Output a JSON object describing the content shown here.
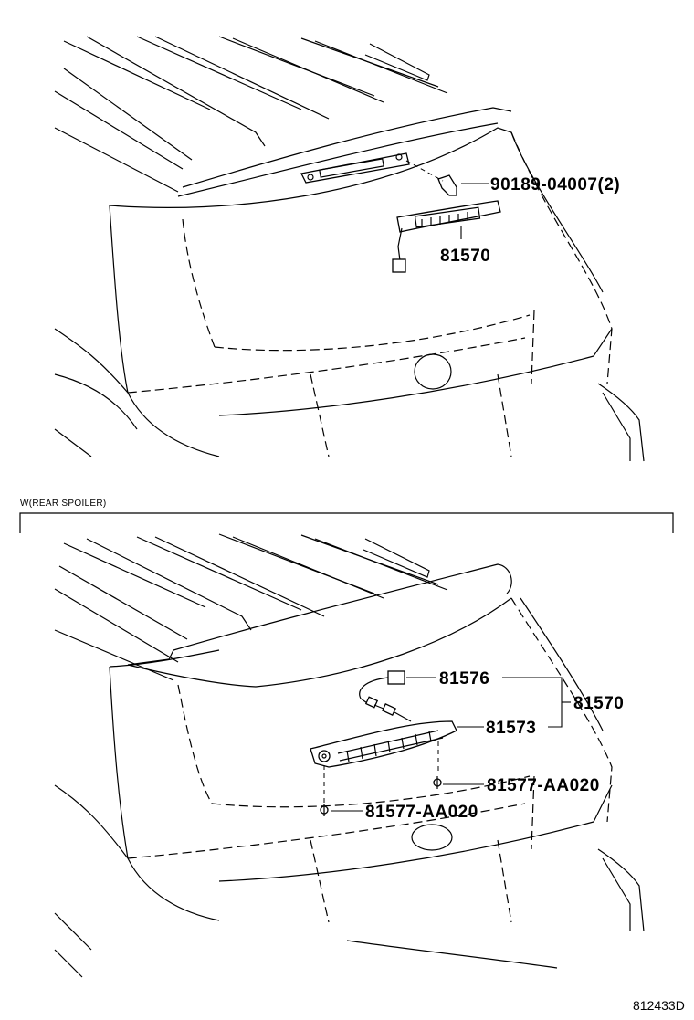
{
  "diagram": {
    "top_view": {
      "labels": {
        "clip": "90189-04007(2)",
        "lamp_assy": "81570"
      }
    },
    "bottom_view": {
      "section_title": "W(REAR SPOILER)",
      "labels": {
        "lamp_assy": "81570",
        "socket": "81576",
        "lens": "81573",
        "screw_right": "81577-AA020",
        "screw_left": "81577-AA020"
      }
    },
    "figure_code": "812433D"
  }
}
